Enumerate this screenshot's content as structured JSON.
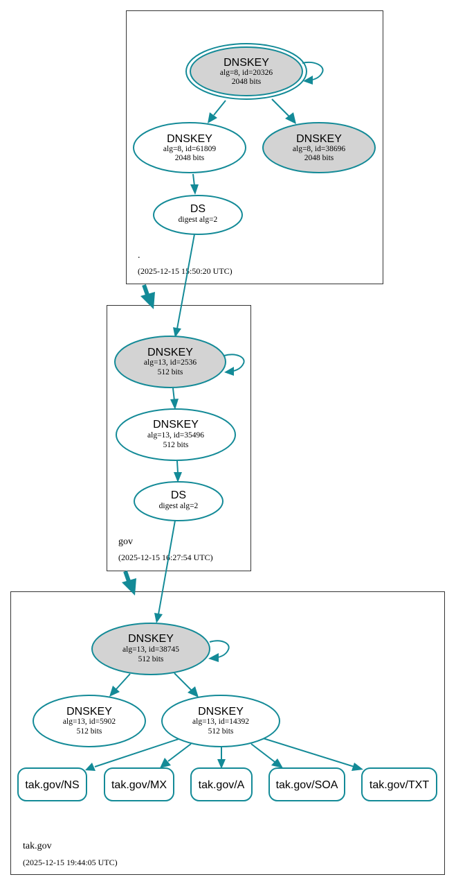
{
  "zones": {
    "root": {
      "name": ".",
      "timestamp": "(2025-12-15 15:50:20 UTC)"
    },
    "gov": {
      "name": "gov",
      "timestamp": "(2025-12-15 16:27:54 UTC)"
    },
    "takgov": {
      "name": "tak.gov",
      "timestamp": "(2025-12-15 19:44:05 UTC)"
    }
  },
  "nodes": {
    "root_ksk": {
      "title": "DNSKEY",
      "line1": "alg=8, id=20326",
      "line2": "2048 bits"
    },
    "root_zsk1": {
      "title": "DNSKEY",
      "line1": "alg=8, id=61809",
      "line2": "2048 bits"
    },
    "root_zsk2": {
      "title": "DNSKEY",
      "line1": "alg=8, id=38696",
      "line2": "2048 bits"
    },
    "root_ds": {
      "title": "DS",
      "line1": "digest alg=2"
    },
    "gov_ksk": {
      "title": "DNSKEY",
      "line1": "alg=13, id=2536",
      "line2": "512 bits"
    },
    "gov_zsk": {
      "title": "DNSKEY",
      "line1": "alg=13, id=35496",
      "line2": "512 bits"
    },
    "gov_ds": {
      "title": "DS",
      "line1": "digest alg=2"
    },
    "tak_ksk": {
      "title": "DNSKEY",
      "line1": "alg=13, id=38745",
      "line2": "512 bits"
    },
    "tak_zsk1": {
      "title": "DNSKEY",
      "line1": "alg=13, id=5902",
      "line2": "512 bits"
    },
    "tak_zsk2": {
      "title": "DNSKEY",
      "line1": "alg=13, id=14392",
      "line2": "512 bits"
    }
  },
  "records": {
    "ns": "tak.gov/NS",
    "mx": "tak.gov/MX",
    "a": "tak.gov/A",
    "soa": "tak.gov/SOA",
    "txt": "tak.gov/TXT"
  },
  "colors": {
    "edge": "#138a97",
    "ksk_fill": "#d3d3d3"
  }
}
